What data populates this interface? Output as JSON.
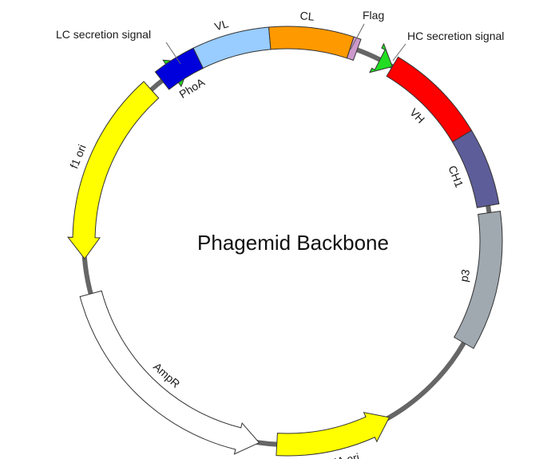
{
  "title": "Phagemid Backbone",
  "colors": {
    "backbone": "#666666",
    "outline": "#333333"
  },
  "features": [
    {
      "id": "lc-secretion-signal",
      "label": "LC secretion signal",
      "color": "#22dd22",
      "arrow": "cw"
    },
    {
      "id": "vl",
      "label": "VL",
      "color": "#99ccff",
      "arrow": "none"
    },
    {
      "id": "cl",
      "label": "CL",
      "color": "#ff9900",
      "arrow": "none"
    },
    {
      "id": "flag",
      "label": "Flag",
      "color": "#cc99cc",
      "arrow": "none"
    },
    {
      "id": "hc-secretion-signal",
      "label": "HC secretion signal",
      "color": "#22dd22",
      "arrow": "cw"
    },
    {
      "id": "vh",
      "label": "VH",
      "color": "#ff0000",
      "arrow": "none"
    },
    {
      "id": "ch1",
      "label": "CH1",
      "color": "#5d5d99",
      "arrow": "none"
    },
    {
      "id": "p3",
      "label": "p3",
      "color": "#a0a8b0",
      "arrow": "none"
    },
    {
      "id": "dsdna-ori",
      "label": "dsDNA ori",
      "color": "#ffff00",
      "arrow": "ccw"
    },
    {
      "id": "ampr",
      "label": "AmpR",
      "color": "#ffffff",
      "arrow": "ccw"
    },
    {
      "id": "f1-ori",
      "label": "f1 ori",
      "color": "#ffff00",
      "arrow": "ccw"
    },
    {
      "id": "phoa",
      "label": "PhoA",
      "color": "#0000dd",
      "arrow": "none"
    }
  ]
}
